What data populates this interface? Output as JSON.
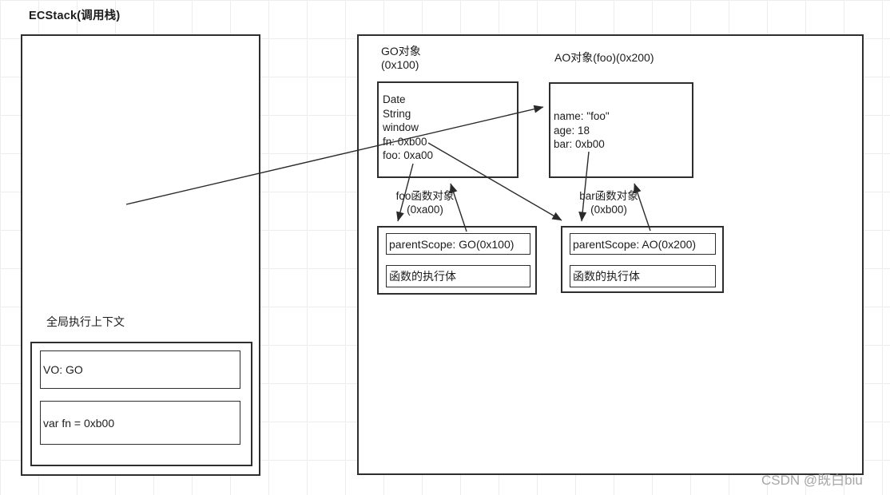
{
  "title": "ECStack(调用栈)",
  "watermark": "CSDN @既白biu",
  "colors": {
    "line": "#2a2a2a",
    "grid": "#ededed",
    "watermark": "#9d9d9d"
  },
  "left_panel": {
    "context_label": "全局执行上下文",
    "vo_text": "VO: GO",
    "var_text": "var fn = 0xb00"
  },
  "heap_panel": {
    "go_object": {
      "label_line1": "GO对象",
      "label_line2": "(0x100)",
      "entries": [
        "Date",
        "String",
        "window",
        "fn: 0xb00",
        "foo: 0xa00"
      ]
    },
    "ao_object": {
      "label": "AO对象(foo)(0x200)",
      "entries": [
        "name: \"foo\"",
        "age: 18",
        "bar: 0xb00"
      ]
    },
    "foo_function": {
      "label_line1": "foo函数对象",
      "label_line2": "(0xa00)",
      "parent_scope": "parentScope: GO(0x100)",
      "body": "函数的执行体"
    },
    "bar_function": {
      "label_line1": "bar函数对象",
      "label_line2": "(0xb00)",
      "parent_scope": "parentScope: AO(0x200)",
      "body": "函数的执行体"
    }
  }
}
